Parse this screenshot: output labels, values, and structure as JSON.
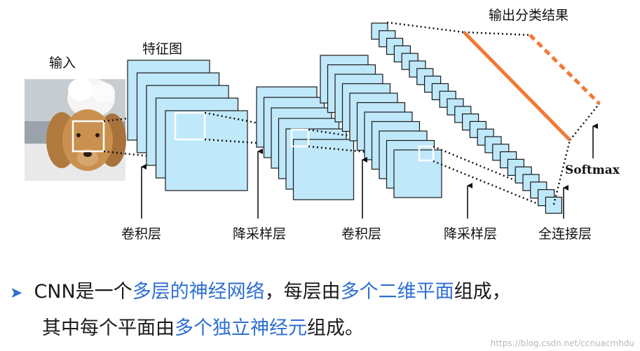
{
  "labels": {
    "input": "输入",
    "feature_map": "特征图",
    "output": "输出分类结果",
    "softmax": "Softmax",
    "conv1": "卷积层",
    "pool1": "降采样层",
    "conv2": "卷积层",
    "pool2": "降采样层",
    "fc": "全连接层"
  },
  "caption": {
    "line1": [
      {
        "text": "CNN是一个",
        "hl": false
      },
      {
        "text": "多层的神经网络",
        "hl": true
      },
      {
        "text": "，每层由",
        "hl": false
      },
      {
        "text": "多个二维平面",
        "hl": true
      },
      {
        "text": "组成，",
        "hl": false
      }
    ],
    "line2": [
      {
        "text": "其中每个平面由",
        "hl": false
      },
      {
        "text": "多个独立神经元",
        "hl": true
      },
      {
        "text": "组成。",
        "hl": false
      }
    ]
  },
  "watermark": "https://blog.csdn.net/ccnuacmhdu",
  "colors": {
    "map_fill": "#bfe8fb",
    "map_stroke": "#1a1a1a",
    "highlight": "#2e6fd0",
    "fc_line": "#f07a35"
  },
  "icons": {
    "bullet": "arrow-bullet-icon"
  }
}
